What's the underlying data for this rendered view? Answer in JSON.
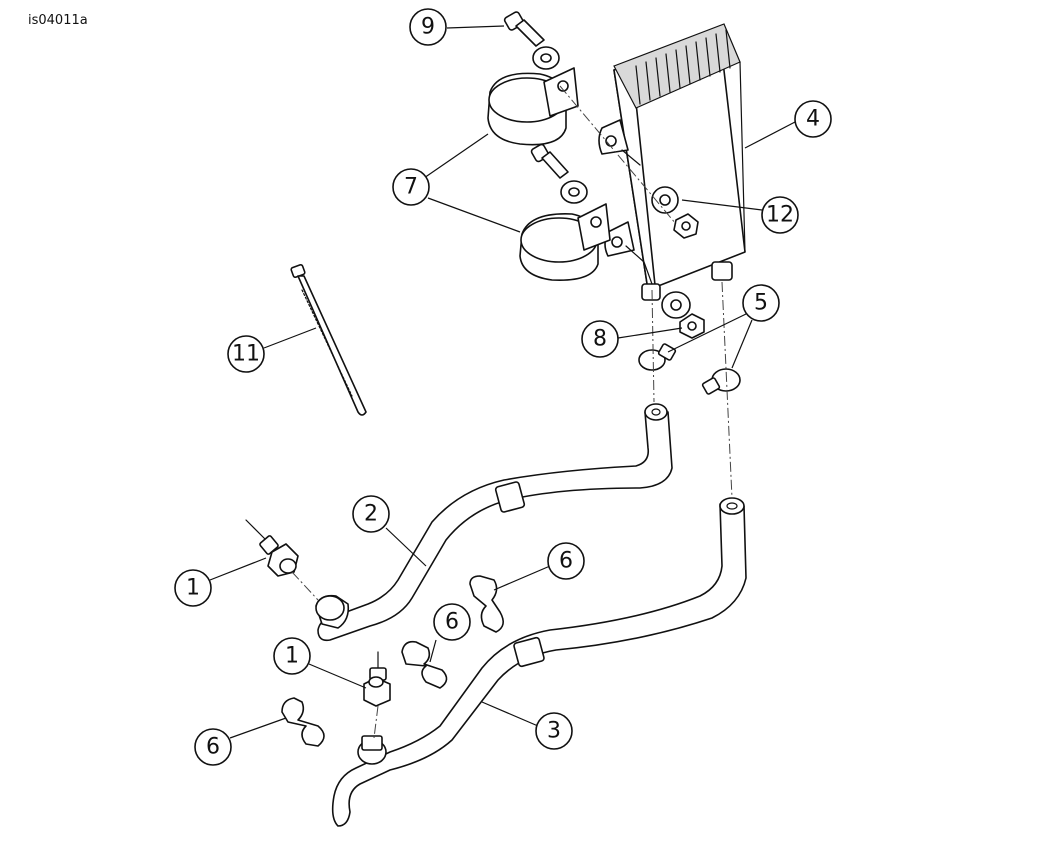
{
  "figure_id": "is04011a",
  "callouts": [
    {
      "label": "9"
    },
    {
      "label": "4"
    },
    {
      "label": "7"
    },
    {
      "label": "12"
    },
    {
      "label": "11"
    },
    {
      "label": "5"
    },
    {
      "label": "8"
    },
    {
      "label": "2"
    },
    {
      "label": "6"
    },
    {
      "label": "1"
    },
    {
      "label": "6"
    },
    {
      "label": "1"
    },
    {
      "label": "3"
    },
    {
      "label": "6"
    }
  ]
}
